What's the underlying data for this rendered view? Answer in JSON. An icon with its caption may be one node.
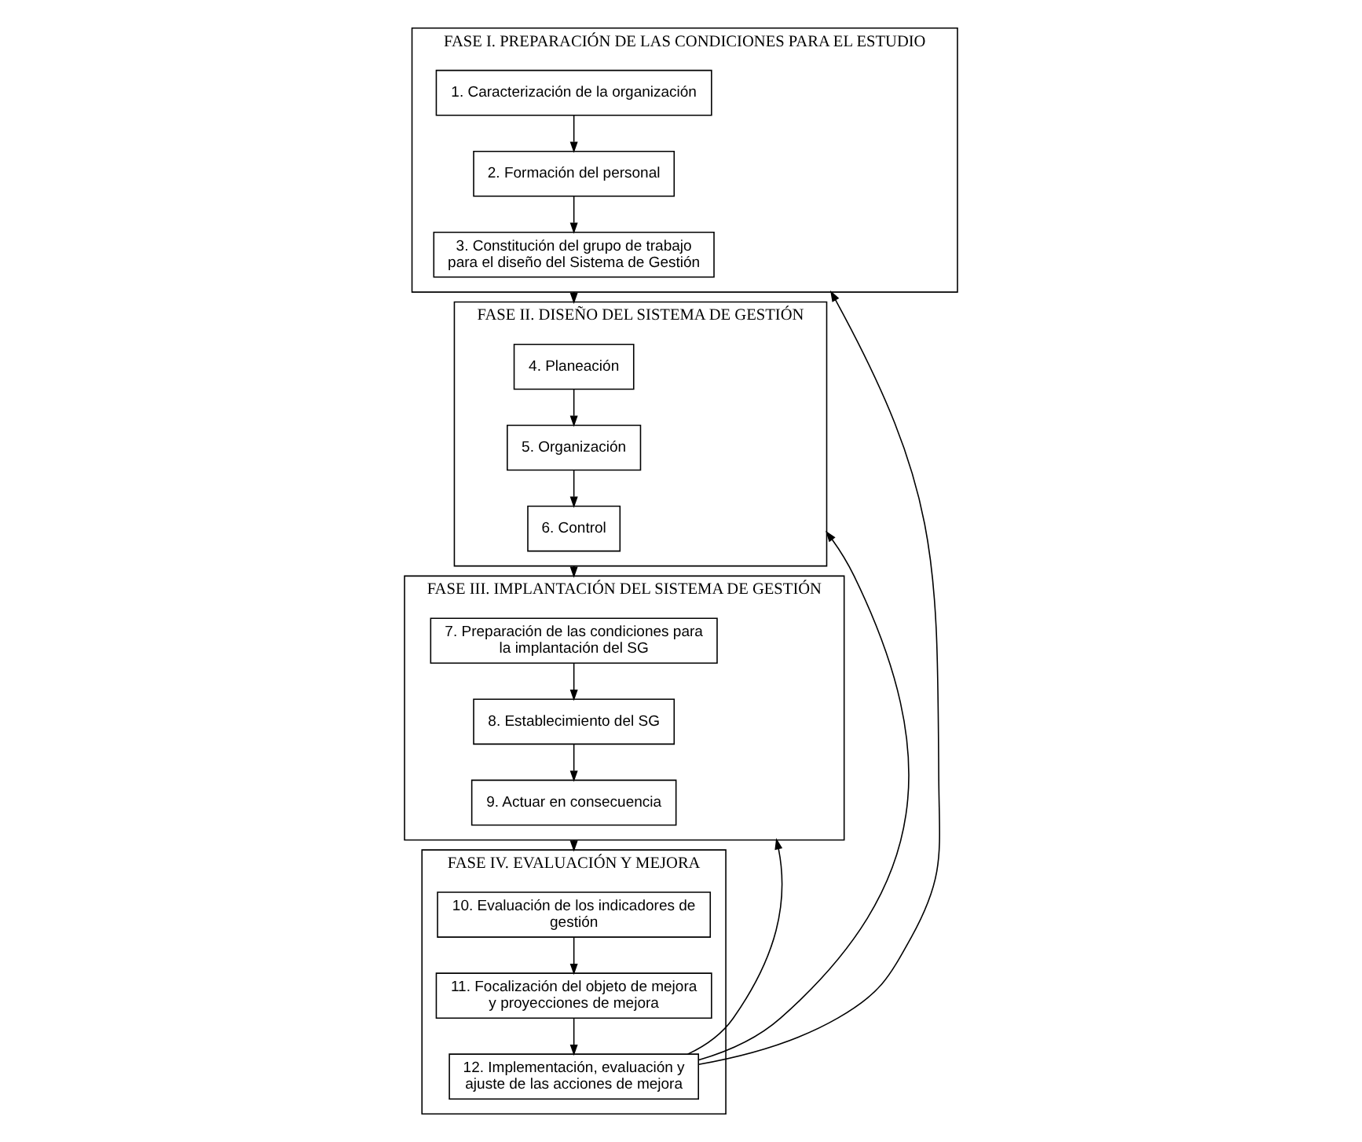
{
  "diagram": {
    "nodes": [
      {
        "text": [
          "FASE I. PREPARACIÓN DE LAS CONDICIONES PARA EL ESTUDIO"
        ]
      },
      {
        "text": [
          "1. Caracterización de la organización"
        ],
        "in": 0
      },
      {
        "text": [
          "2. Formación del personal"
        ],
        "in": 0
      },
      {
        "text": [
          "3. Constitución del grupo de trabajo para el diseño del Sistema de Gestión"
        ],
        "in": 0
      },
      {
        "text": [
          "FASE II. DISEÑO DEL SISTEMA DE GESTIÓN"
        ]
      },
      {
        "text": [
          "4. Planeación"
        ],
        "in": 4
      },
      {
        "text": [
          "5. Organización"
        ],
        "in": 4
      },
      {
        "text": [
          "6. Control"
        ],
        "in": 4
      },
      {
        "text": [
          "FASE III. IMPLANTACIÓN DEL SISTEMA DE GESTIÓN"
        ]
      },
      {
        "text": [
          "7. Preparación de las condiciones para la implantación del SG"
        ],
        "in": 8
      },
      {
        "text": [
          "8. Establecimiento del SG"
        ],
        "in": 8
      },
      {
        "text": [
          "9. Actuar en consecuencia"
        ],
        "in": 8
      },
      {
        "text": [
          "FASE IV. EVALUACIÓN Y MEJORA"
        ]
      },
      {
        "text": [
          "10. Evaluación de los indicadores de gestión"
        ],
        "in": 12
      },
      {
        "text": [
          "11. Focalización del objeto de mejora y proyecciones de mejora"
        ],
        "in": 12
      },
      {
        "text": [
          "12. Implementación, evaluación y ajuste de las acciones de mejora"
        ],
        "in": 12
      }
    ],
    "edges": [
      {
        "from": 1,
        "to": 2,
        "arrow": "to"
      },
      {
        "from": 2,
        "to": 3,
        "arrow": "to"
      },
      {
        "from": 0,
        "to": 4,
        "arrow": "to"
      },
      {
        "from": 5,
        "to": 6,
        "arrow": "to"
      },
      {
        "from": 6,
        "to": 7,
        "arrow": "to"
      },
      {
        "from": 4,
        "to": 8,
        "arrow": "to"
      },
      {
        "from": 9,
        "to": 10,
        "arrow": "to"
      },
      {
        "from": 10,
        "to": 11,
        "arrow": "to"
      },
      {
        "from": 8,
        "to": 12,
        "arrow": "to"
      },
      {
        "from": 13,
        "to": 14,
        "arrow": "to"
      },
      {
        "from": 14,
        "to": 15,
        "arrow": "to"
      },
      {
        "from": 15,
        "to": 0,
        "arrow": "to"
      },
      {
        "from": 15,
        "to": 4,
        "arrow": "to"
      },
      {
        "from": 15,
        "to": 8,
        "arrow": "to"
      }
    ]
  }
}
